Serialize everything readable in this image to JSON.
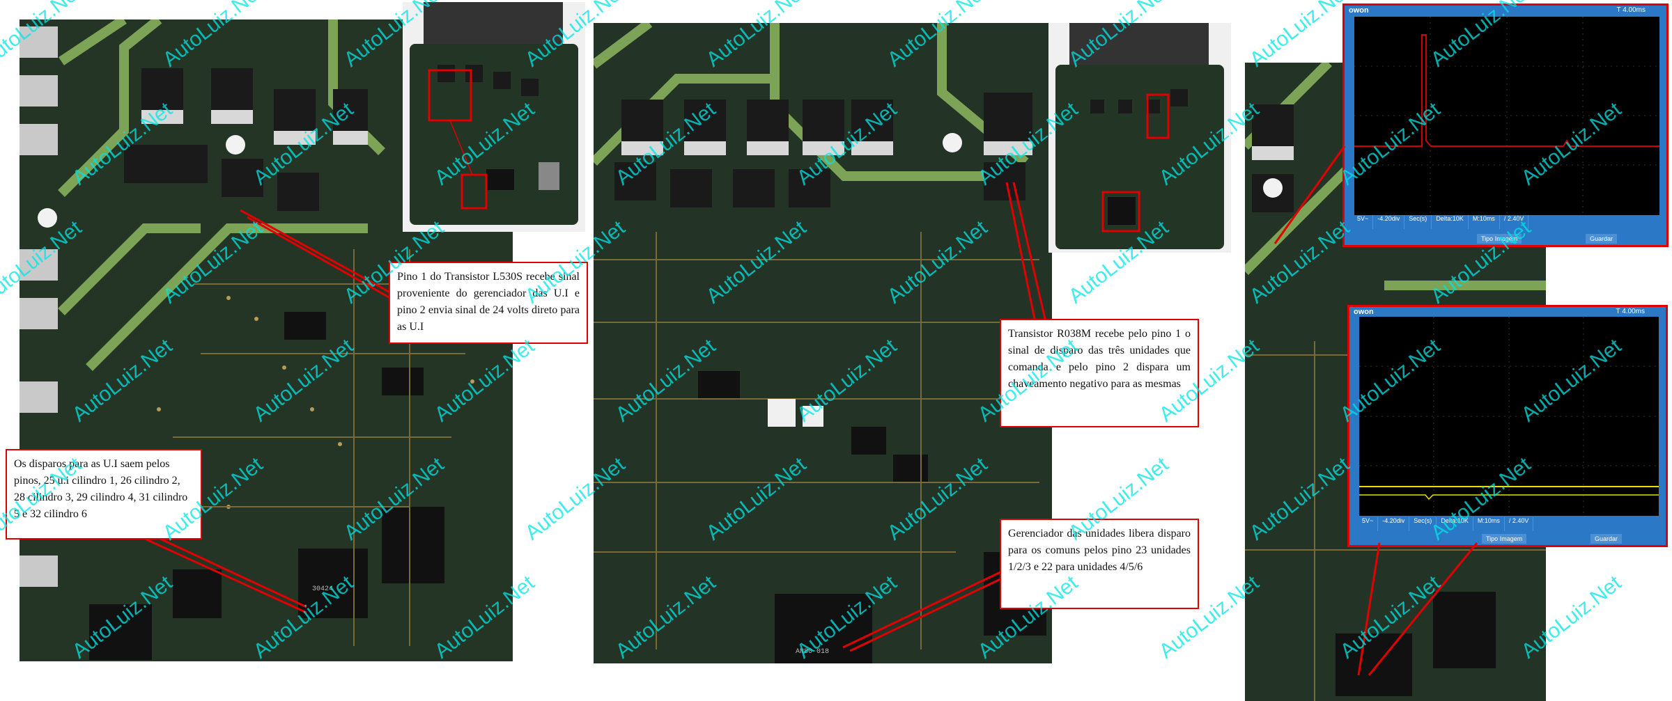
{
  "callouts": {
    "l530s": "Pino 1 do Transistor L530S recebe sinal proveniente do gerenciador das U.I e pino 2 envia sinal de 24 volts direto para as U.I",
    "disparos": "Os disparos para as U.I saem pelos pinos, 25 u.i cilindro 1, 26 cilindro 2, 28 cilindro 3, 29 cilindro 4, 31 cilindro 5 e 32 cilindro 6",
    "r038m": "Transistor R038M recebe pelo pino 1 o sinal de disparo das três unidades que comanda e pelo pino 2 dispara um chaveamento negativo para as mesmas",
    "gerenciador": "Gerenciador das unidades libera disparo para os comuns pelos pino 23 unidades 1/2/3 e 22 para unidades 4/5/6"
  },
  "watermark": "AutoLuiz.Net",
  "scope1": {
    "brand": "owon",
    "top_info": "T   4.00ms",
    "status": [
      "5V~",
      "-4.20div",
      "Sec(s)",
      "Delta:10K",
      "M:10ms",
      "/ 2.40V"
    ],
    "menu": [
      "Tipo",
      "Imagem",
      "Guardar"
    ]
  },
  "scope2": {
    "brand": "owon",
    "top_info": "T   4.00ms",
    "status": [
      "5V~",
      "-4.20div",
      "Sec(s)",
      "Delta:10K",
      "M:10ms",
      "/ 2.40V"
    ],
    "menu": [
      "Tipo",
      "Imagem",
      "Guardar"
    ]
  },
  "chip_labels": {
    "ic_left": "30424",
    "ic_middle": "AN80-018"
  },
  "colors": {
    "callout_border": "#e00000",
    "watermark": "#00e6e6",
    "pcb": "#1d2b1f",
    "scope_frame": "#2a78c6",
    "trace_red": "#d00000",
    "trace_yellow": "#e8e000"
  }
}
